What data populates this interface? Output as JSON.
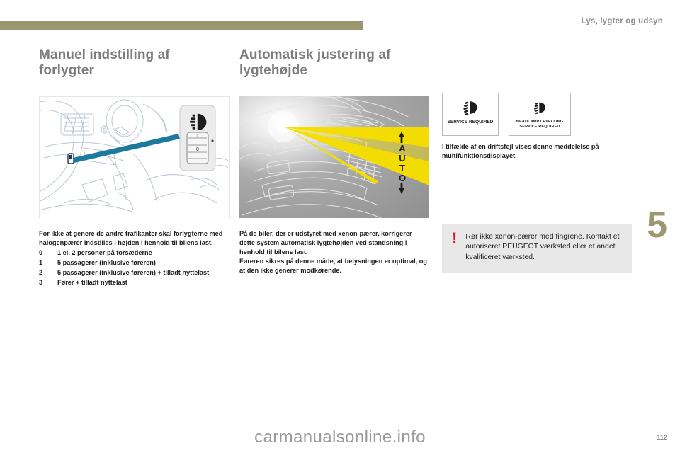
{
  "header": {
    "chapter_title": "Lys, lygter og udsyn",
    "chapter_number": "5"
  },
  "columns": {
    "left": {
      "title": "Manuel indstilling af forlygter",
      "intro": "For ikke at genere de andre trafikanter skal forlygterne med halogenpærer indstilles i højden i henhold til bilens last.",
      "settings": [
        {
          "key": "0",
          "value": "1 el. 2 personer på forsæderne"
        },
        {
          "key": "1",
          "value": "5 passagerer (inklusive føreren)"
        },
        {
          "key": "2",
          "value": "5 passagerer (inklusive føreren) + tilladt nyttelast"
        },
        {
          "key": "3",
          "value": "Fører + tilladt nyttelast"
        }
      ],
      "figure": {
        "name": "dashboard-headlamp-adjuster-illustration",
        "control_labels": [
          "1",
          "0"
        ],
        "pointer_color": "#1e7a9c"
      }
    },
    "right": {
      "title": "Automatisk justering af lygtehøjde",
      "paragraph_1": "På de biler, der er udstyret med xenon-pærer, korrigerer dette system automatisk lygtehøjden ved standsning i henhold til bilens last.",
      "paragraph_2": "Føreren sikres på denne måde, at belysningen er optimal, og at den ikke generer modkørende.",
      "figure": {
        "name": "car-front-auto-beam-illustration",
        "beam_label": "AUTO",
        "beam_color": "#f5dd00"
      }
    }
  },
  "panels": {
    "items": [
      {
        "icon": "headlamp-levelling-icon",
        "label": "SERVICE REQUIRED"
      },
      {
        "icon": "headlamp-levelling-icon",
        "label": "HEADLAMP LEVELLING\nSERVICE REQUIRED"
      }
    ],
    "note": "I tilfælde af en driftsfejl vises denne meddelelse på multifunktionsdisplayet."
  },
  "warning": {
    "symbol": "!",
    "text": "Rør ikke xenon-pærer med fingrene. Kontakt et autoriseret PEUGEOT værksted eller et andet kvalificeret værksted.",
    "accent_color": "#e1131d",
    "background_color": "#e8e8e8"
  },
  "footer": {
    "watermark": "carmanualsonline.info",
    "page_number": "112"
  },
  "theme": {
    "bar_color": "#9b9771",
    "title_color": "#7c7c7c"
  }
}
